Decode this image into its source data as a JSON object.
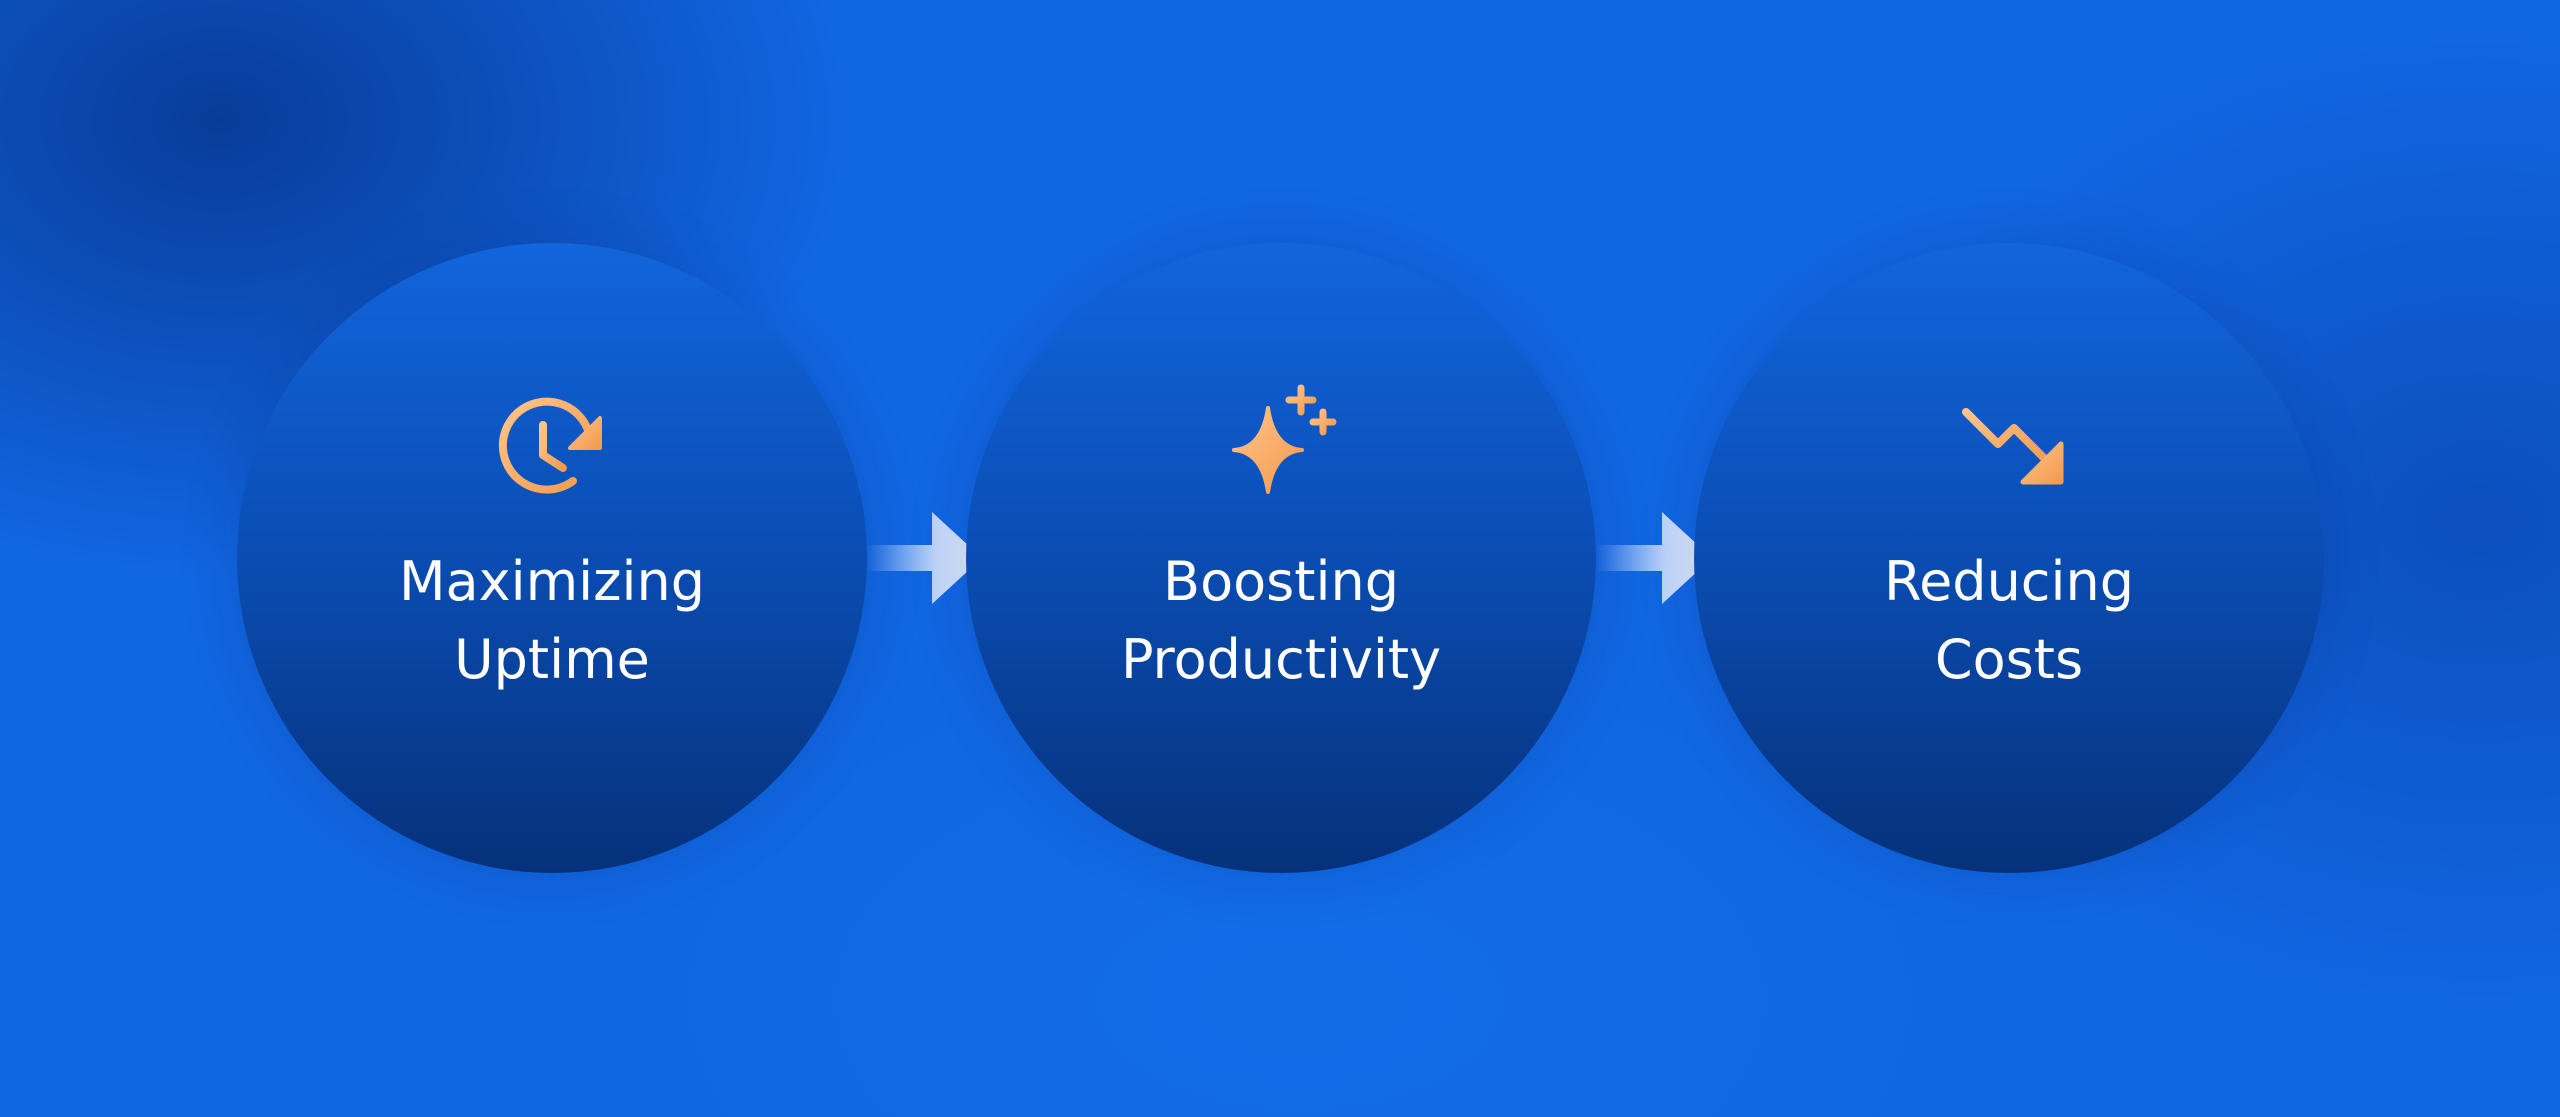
{
  "colors": {
    "background": "#1166e2",
    "circle_top": "#1265dc",
    "circle_bottom": "#06317a",
    "icon_accent": "#f7a860",
    "text": "#ffffff",
    "arrow": "#dbe8ff"
  },
  "steps": [
    {
      "icon": "clock-refresh-icon",
      "line1": "Maximizing",
      "line2": "Uptime"
    },
    {
      "icon": "sparkle-icon",
      "line1": "Boosting",
      "line2": "Productivity"
    },
    {
      "icon": "trend-down-icon",
      "line1": "Reducing",
      "line2": "Costs"
    }
  ],
  "connectors": [
    {
      "icon": "arrow-right-icon"
    },
    {
      "icon": "arrow-right-icon"
    }
  ]
}
